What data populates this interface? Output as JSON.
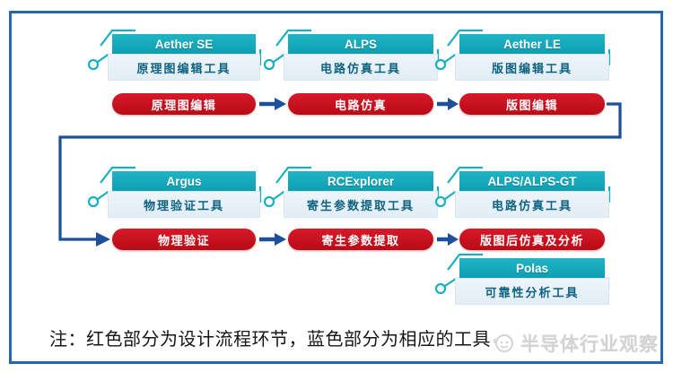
{
  "palette": {
    "teal_header": "#12a7bb",
    "card_body_bg": "#e8f1f7",
    "card_body_text": "#0e6282",
    "flow_red": "#c40f1c",
    "arrow_blue": "#1c4f9c",
    "frame_border_blue": "#2368b2",
    "deco_teal": "#18b0c0",
    "watermark_gray": "#d2d3d5"
  },
  "cards": [
    {
      "name": "Aether SE",
      "desc": "原理图编辑工具"
    },
    {
      "name": "ALPS",
      "desc": "电路仿真工具"
    },
    {
      "name": "Aether LE",
      "desc": "版图编辑工具"
    },
    {
      "name": "Argus",
      "desc": "物理验证工具"
    },
    {
      "name": "RCExplorer",
      "desc": "寄生参数提取工具"
    },
    {
      "name": "ALPS/ALPS-GT",
      "desc": "电路仿真工具"
    },
    {
      "name": "Polas",
      "desc": "可靠性分析工具"
    }
  ],
  "flow_steps": [
    "原理图编辑",
    "电路仿真",
    "版图编辑",
    "物理验证",
    "寄生参数提取",
    "版图后仿真及分析"
  ],
  "note": "注：红色部分为设计流程环节，蓝色部分为相应的工具",
  "watermark": {
    "logo": "wechat-face-icon",
    "text": "半导体行业观察"
  }
}
